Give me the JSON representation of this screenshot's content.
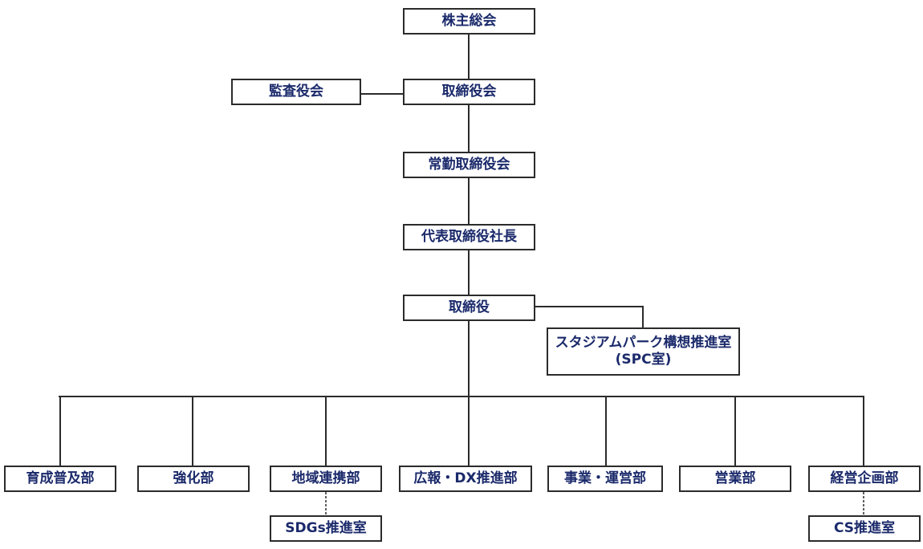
{
  "org_chart": {
    "shareholders": "株主総会",
    "board": "取締役会",
    "audit": "監査役会",
    "executive_board": "常勤取締役会",
    "president": "代表取締役社長",
    "directors": "取締役",
    "spc": {
      "line1": "スタジアムパーク構想推進室",
      "line2": "(SPC室)"
    },
    "departments": [
      {
        "label": "育成普及部"
      },
      {
        "label": "強化部"
      },
      {
        "label": "地域連携部",
        "sub": "SDGs推進室"
      },
      {
        "label": "広報・DX推進部"
      },
      {
        "label": "事業・運営部"
      },
      {
        "label": "営業部"
      },
      {
        "label": "経営企画部",
        "sub": "CS推進室"
      }
    ]
  },
  "colors": {
    "text": "#1b2a6b",
    "line": "#2b2b2b"
  }
}
